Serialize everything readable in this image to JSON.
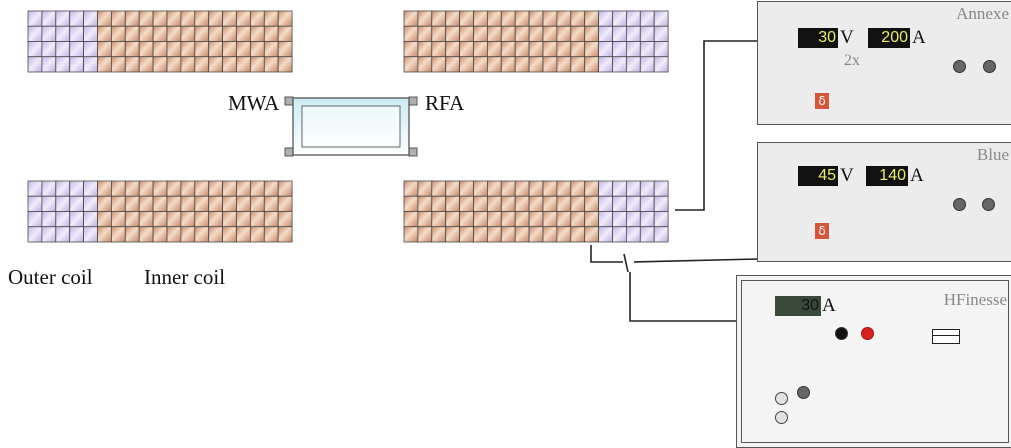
{
  "labels": {
    "mwa": "MWA",
    "rfa": "RFA",
    "outer_coil": "Outer coil",
    "inner_coil": "Inner coil"
  },
  "supplies": {
    "annexe": {
      "title": "Annexe",
      "voltage": "30",
      "voltage_unit": "V",
      "current": "200",
      "current_unit": "A",
      "multiplier": "2x",
      "delta": "δ"
    },
    "blue": {
      "title": "Blue",
      "voltage": "45",
      "voltage_unit": "V",
      "current": "140",
      "current_unit": "A",
      "delta": "δ"
    },
    "hfinesse": {
      "title": "HFinesse",
      "current": "30",
      "current_unit": "A"
    }
  },
  "colors": {
    "inner_coil_fill": "#e6b89a",
    "outer_coil_fill": "#d9ccef",
    "panel_bg": "#ececec"
  }
}
